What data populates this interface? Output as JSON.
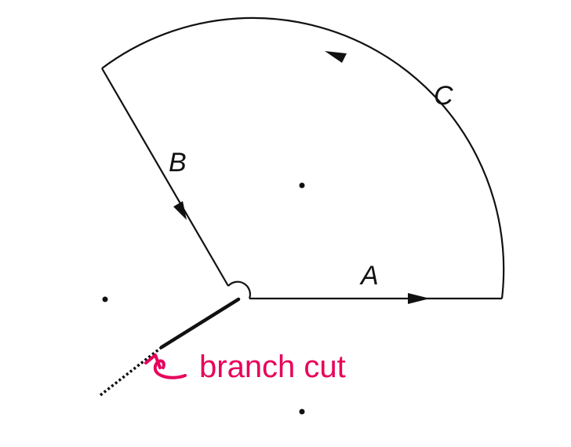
{
  "labels": {
    "segment_a": "A",
    "segment_b": "B",
    "arc_c": "C",
    "annotation": "branch cut"
  },
  "colors": {
    "ink": "#111111",
    "annotation": "#e8005a"
  },
  "points": [
    "pole-left",
    "pole-bottom",
    "pole-center"
  ]
}
